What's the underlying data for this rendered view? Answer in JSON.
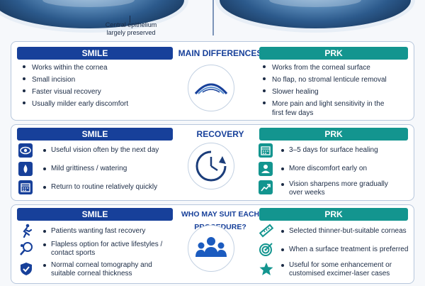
{
  "top": {
    "caption": "Central epithelium\nlargely preserved"
  },
  "labels": {
    "smile": "SMILE",
    "prk": "PRK"
  },
  "sections": {
    "differences": {
      "title": "MAIN DIFFERENCES",
      "smile": [
        "Works within the cornea",
        "Small incision",
        "Faster visual recovery",
        "Usually milder early discomfort"
      ],
      "prk": [
        "Works from the corneal surface",
        "No flap, no stromal lenticule removal",
        "Slower healing",
        "More pain and light sensitivity in the",
        "first few days"
      ]
    },
    "recovery": {
      "title": "RECOVERY",
      "smile": [
        {
          "text": "Useful vision often by the next day",
          "icon": "eye-icon"
        },
        {
          "text": "Mild grittiness / watering",
          "icon": "drop-icon"
        },
        {
          "text": "Return to routine relatively quickly",
          "icon": "calendar-icon"
        }
      ],
      "prk": [
        {
          "text": "3–5 days for surface healing",
          "icon": "calendar-icon"
        },
        {
          "text": "More discomfort early on",
          "icon": "person-icon"
        },
        {
          "text": "Vision sharpens more gradually",
          "text2": "over weeks",
          "icon": "trend-up-icon"
        }
      ]
    },
    "suit": {
      "title": "WHO MAY SUIT EACH PROCEDURE?",
      "smile": [
        {
          "text": "Patients wanting fast recovery",
          "icon": "runner-icon"
        },
        {
          "text": "Flapless option for active lifestyles /",
          "text2": "contact sports",
          "icon": "racket-icon"
        },
        {
          "text": "Normal corneal tomography and",
          "text2": "suitable corneal thickness",
          "icon": "shield-check-icon"
        }
      ],
      "prk": [
        {
          "text": "Selected thinner-but-suitable corneas",
          "icon": "ruler-icon"
        },
        {
          "text": "When a surface treatment is preferred",
          "icon": "target-icon"
        },
        {
          "text": "Useful for some enhancement or",
          "text2": "customised excimer-laser cases",
          "icon": "star-icon"
        }
      ]
    }
  }
}
